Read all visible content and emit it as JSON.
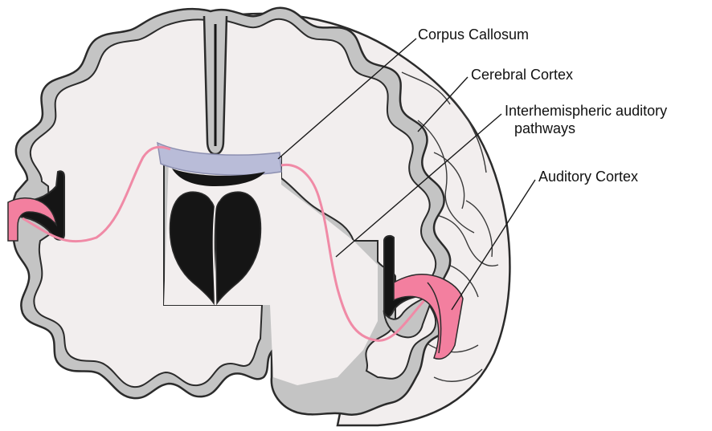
{
  "labels": {
    "corpus_callosum": "Corpus Callosum",
    "cerebral_cortex": "Cerebral Cortex",
    "interhemispheric_line1": "Interhemispheric auditory",
    "interhemispheric_line2": "pathways",
    "auditory_cortex": "Auditory Cortex"
  },
  "colors": {
    "brain_fill": "#f2eeee",
    "cortex_band": "#c4c4c4",
    "outline": "#2b2b2b",
    "ventricle": "#151515",
    "corpus_callosum": "#b9bcd8",
    "auditory_pathway": "#f08aa6",
    "auditory_cortex": "#f37f9f",
    "leader_line": "#1a1a1a"
  }
}
